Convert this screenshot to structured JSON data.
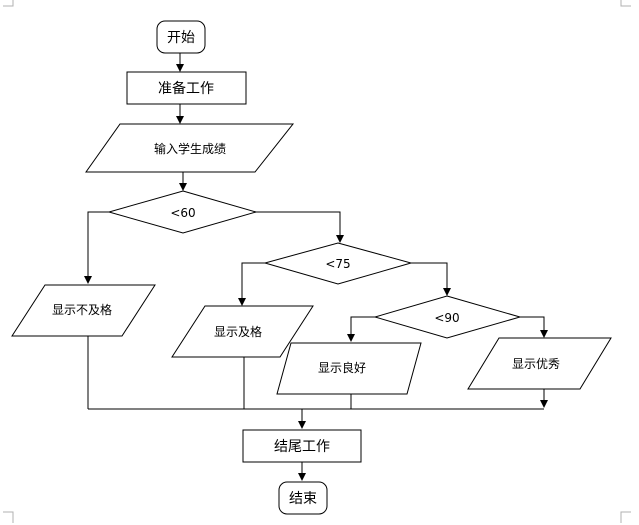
{
  "nodes": {
    "start": "开始",
    "prepare": "准备工作",
    "input_scores": "输入学生成绩",
    "cond_lt60": "<60",
    "cond_lt75": "<75",
    "cond_lt90": "<90",
    "show_fail": "显示不及格",
    "show_pass": "显示及格",
    "show_good": "显示良好",
    "show_excellent": "显示优秀",
    "finish_work": "结尾工作",
    "end": "结束"
  },
  "colors": {
    "stroke": "#000000",
    "fill": "#ffffff",
    "corner_marks": "#b0b0b0"
  }
}
